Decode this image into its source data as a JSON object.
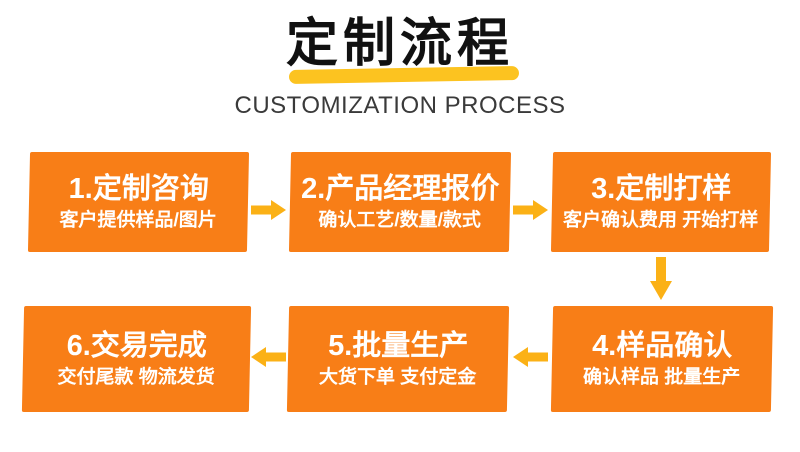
{
  "colors": {
    "box_bg": "#F87E17",
    "arrow": "#FBB116",
    "title_underline": "#FCC320",
    "title_text": "#111111",
    "subtitle_text": "#3A3A3A",
    "box_text": "#FFFFFF"
  },
  "header": {
    "title": "定制流程",
    "subtitle": "CUSTOMIZATION PROCESS"
  },
  "steps": [
    {
      "title": "1.定制咨询",
      "desc": "客户提供样品/图片"
    },
    {
      "title": "2.产品经理报价",
      "desc": "确认工艺/数量/款式"
    },
    {
      "title": "3.定制打样",
      "desc": "客户确认费用 开始打样"
    },
    {
      "title": "4.样品确认",
      "desc": "确认样品 批量生产"
    },
    {
      "title": "5.批量生产",
      "desc": "大货下单 支付定金"
    },
    {
      "title": "6.交易完成",
      "desc": "交付尾款 物流发货"
    }
  ]
}
